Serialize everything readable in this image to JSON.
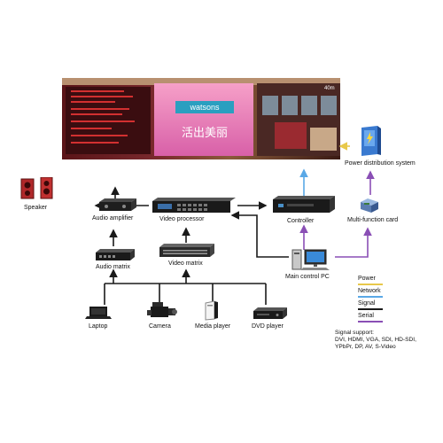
{
  "screen": {
    "store_sign": "watsons",
    "chinese_sign": "活出美丽",
    "corner_text": "40m"
  },
  "labels": {
    "speaker": "Speaker",
    "audio_amplifier": "Audio amplifier",
    "video_processor": "Video processor",
    "controller": "Controller",
    "multi_function_card": "Multi-function card",
    "power_distribution": "Power distribution system",
    "audio_matrix": "Audio matrix",
    "video_matrix": "Video matrix",
    "main_control_pc": "Main control PC",
    "laptop": "Laptop",
    "camera": "Camera",
    "media_player": "Media player",
    "dvd_player": "DVD player"
  },
  "legend": [
    {
      "label": "Power",
      "color": "#e8c84a"
    },
    {
      "label": "Network",
      "color": "#5aa8e6"
    },
    {
      "label": "Signal",
      "color": "#1a1a1a"
    },
    {
      "label": "Serial",
      "color": "#8a4fb5"
    }
  ],
  "signal_support": {
    "title": "Signal support:",
    "line1": "DVI, HDMI, VGA, SDI, HD-SDI,",
    "line2": "YPbPr, DP, AV, S-Video"
  },
  "colors": {
    "power": "#e8c84a",
    "network": "#5aa8e6",
    "signal": "#1a1a1a",
    "serial": "#8a4fb5"
  }
}
